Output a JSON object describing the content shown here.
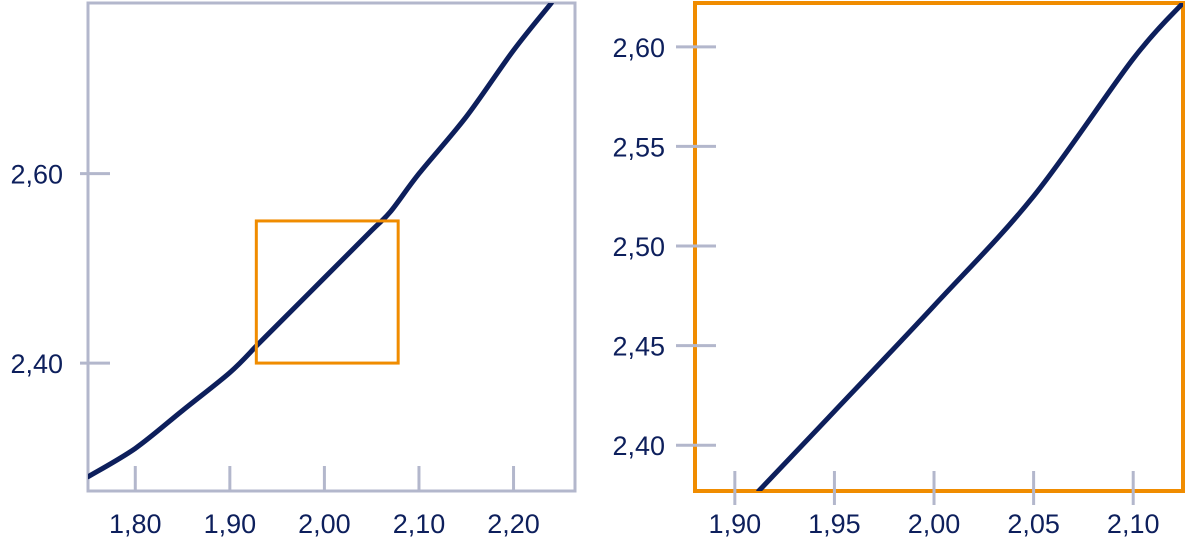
{
  "colors": {
    "axis": "#b3b7cc",
    "curve": "#0d1f5c",
    "zoom": "#f08c00",
    "text": "#0d1f5c"
  },
  "chart_data": [
    {
      "type": "line",
      "panel": "overview",
      "title": "",
      "xlabel": "",
      "ylabel": "",
      "xlim": [
        1.75,
        2.265
      ],
      "ylim": [
        2.265,
        2.78
      ],
      "xticks": [
        1.8,
        1.9,
        2.0,
        2.1,
        2.2
      ],
      "xtick_labels": [
        "1,80",
        "1,90",
        "2,00",
        "2,10",
        "2,20"
      ],
      "yticks": [
        2.4,
        2.6
      ],
      "ytick_labels": [
        "2,40",
        "2,60"
      ],
      "grid": false,
      "series": [
        {
          "x": [
            1.75,
            1.8,
            1.85,
            1.9,
            1.93,
            1.95,
            2.0,
            2.05,
            2.07,
            2.1,
            2.15,
            2.2,
            2.24
          ],
          "y": [
            2.28,
            2.31,
            2.35,
            2.39,
            2.42,
            2.44,
            2.49,
            2.54,
            2.56,
            2.6,
            2.66,
            2.73,
            2.78
          ]
        }
      ],
      "zoom_box": {
        "x": [
          1.928,
          2.078
        ],
        "y": [
          2.4,
          2.55
        ]
      }
    },
    {
      "type": "line",
      "panel": "zoom",
      "title": "",
      "xlabel": "",
      "ylabel": "",
      "xlim": [
        1.88,
        2.125
      ],
      "ylim": [
        2.377,
        2.622
      ],
      "xticks": [
        1.9,
        1.95,
        2.0,
        2.05,
        2.1
      ],
      "xtick_labels": [
        "1,90",
        "1,95",
        "2,00",
        "2,05",
        "2,10"
      ],
      "yticks": [
        2.4,
        2.45,
        2.5,
        2.55,
        2.6
      ],
      "ytick_labels": [
        "2,40",
        "2,45",
        "2,50",
        "2,55",
        "2,60"
      ],
      "grid": false,
      "series": [
        {
          "x": [
            1.912,
            1.95,
            2.0,
            2.05,
            2.1,
            2.125
          ],
          "y": [
            2.377,
            2.417,
            2.47,
            2.525,
            2.594,
            2.622
          ]
        }
      ]
    }
  ]
}
